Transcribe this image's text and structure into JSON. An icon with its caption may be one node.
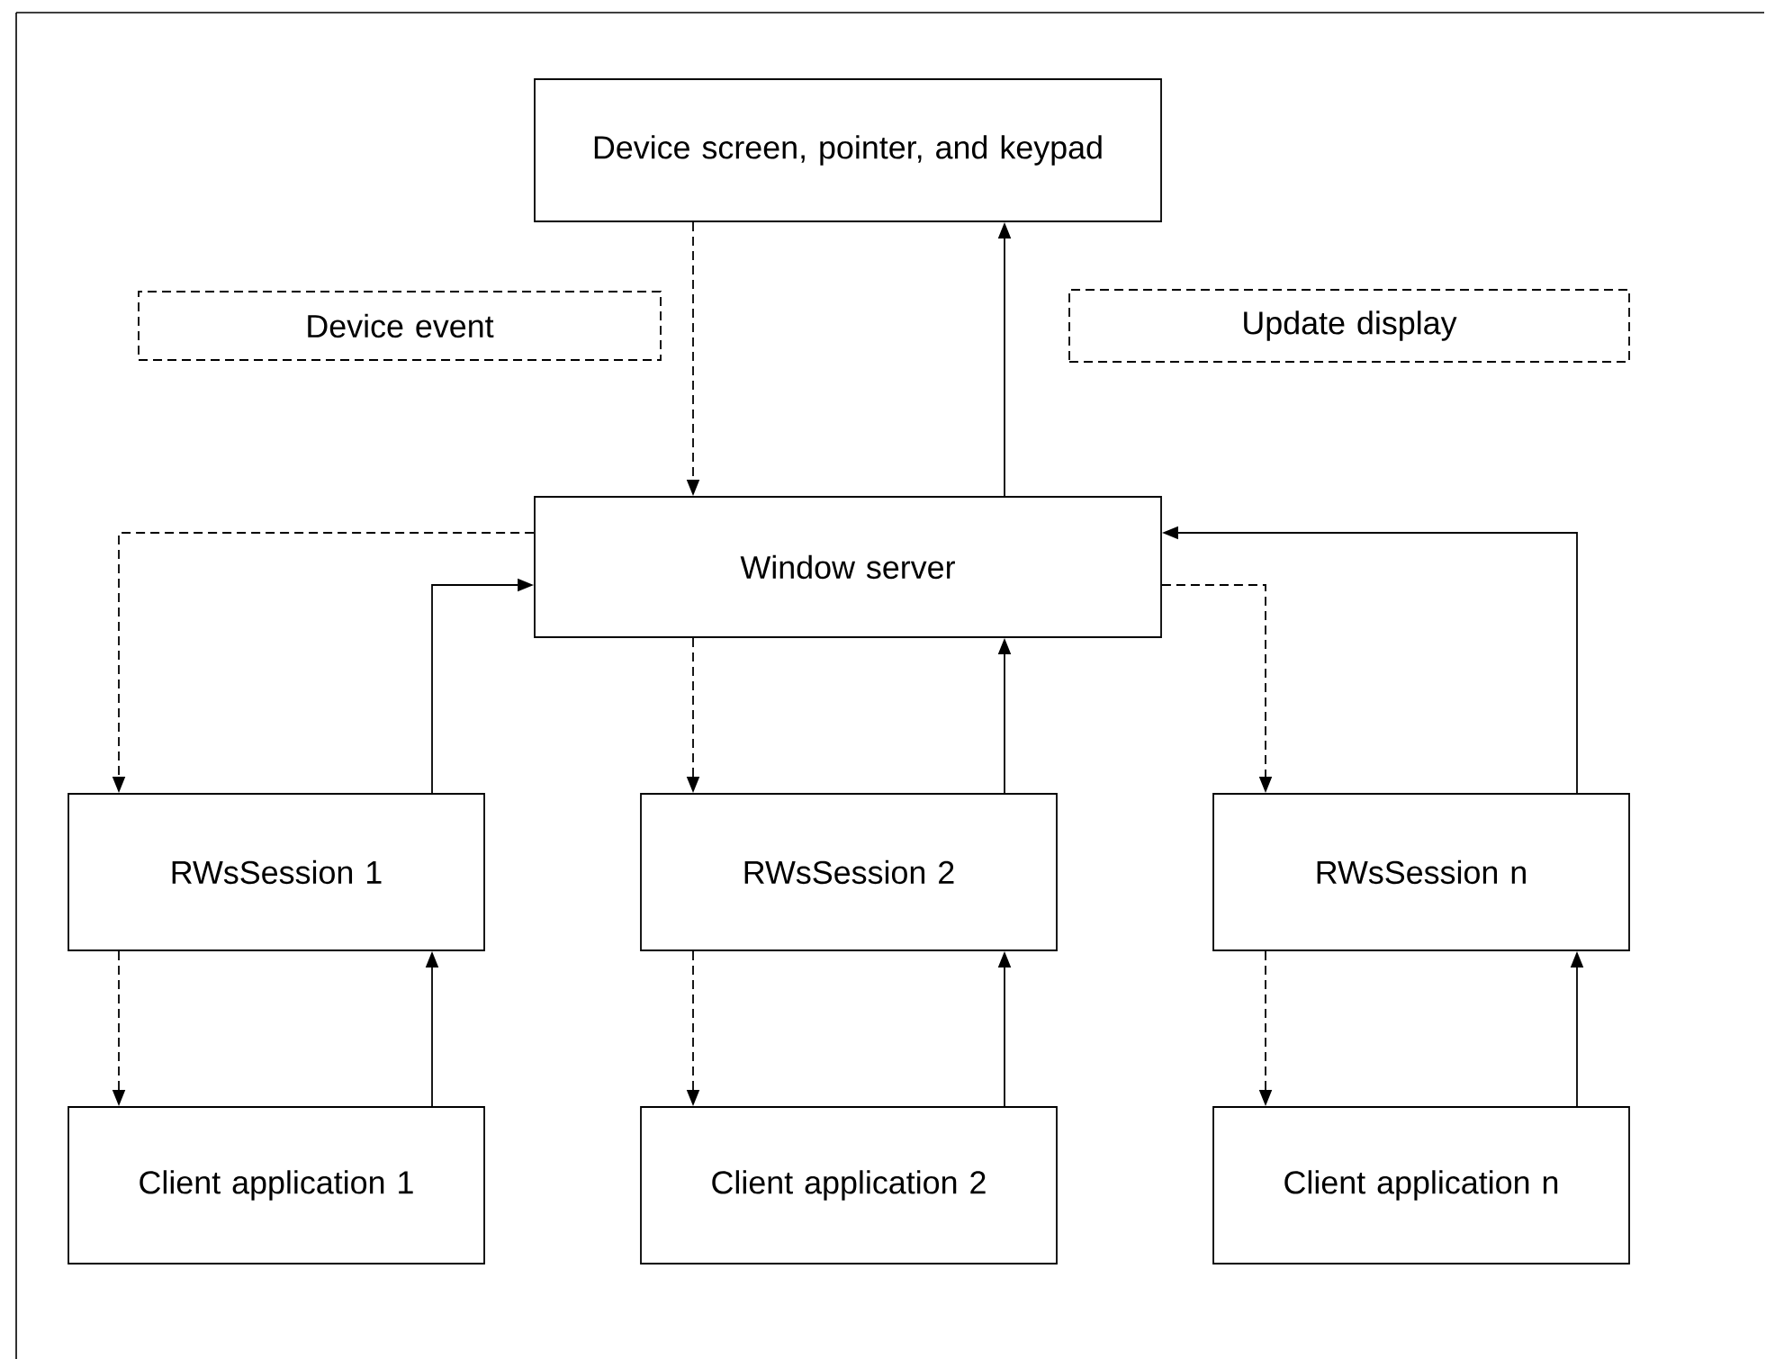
{
  "diagram": {
    "nodes": [
      {
        "text": [
          "Device screen, pointer, and keypad"
        ]
      },
      {
        "text": [
          "Device event"
        ]
      },
      {
        "text": [
          "Update display"
        ]
      },
      {
        "text": [
          "Window server"
        ]
      },
      {
        "text": [
          "RWsSession 1"
        ]
      },
      {
        "text": [
          "RWsSession 2"
        ]
      },
      {
        "text": [
          "RWsSession n"
        ]
      },
      {
        "text": [
          "Client application 1"
        ]
      },
      {
        "text": [
          "Client application 2"
        ]
      },
      {
        "text": [
          "Client application n"
        ]
      }
    ],
    "edges": [
      {
        "from": 0,
        "to": 3,
        "arrow": "to",
        "style": "dashed"
      },
      {
        "from": 3,
        "to": 0,
        "arrow": "to"
      },
      {
        "from": 3,
        "to": 4,
        "arrow": "to",
        "style": "dashed"
      },
      {
        "from": 4,
        "to": 3,
        "arrow": "to"
      },
      {
        "from": 3,
        "to": 5,
        "arrow": "to",
        "style": "dashed"
      },
      {
        "from": 5,
        "to": 3,
        "arrow": "to"
      },
      {
        "from": 3,
        "to": 6,
        "arrow": "to",
        "style": "dashed"
      },
      {
        "from": 6,
        "to": 3,
        "arrow": "to"
      },
      {
        "from": 4,
        "to": 7,
        "arrow": "to",
        "style": "dashed"
      },
      {
        "from": 7,
        "to": 4,
        "arrow": "to"
      },
      {
        "from": 5,
        "to": 8,
        "arrow": "to",
        "style": "dashed"
      },
      {
        "from": 8,
        "to": 5,
        "arrow": "to"
      },
      {
        "from": 6,
        "to": 9,
        "arrow": "to",
        "style": "dashed"
      },
      {
        "from": 9,
        "to": 6,
        "arrow": "to"
      }
    ]
  }
}
